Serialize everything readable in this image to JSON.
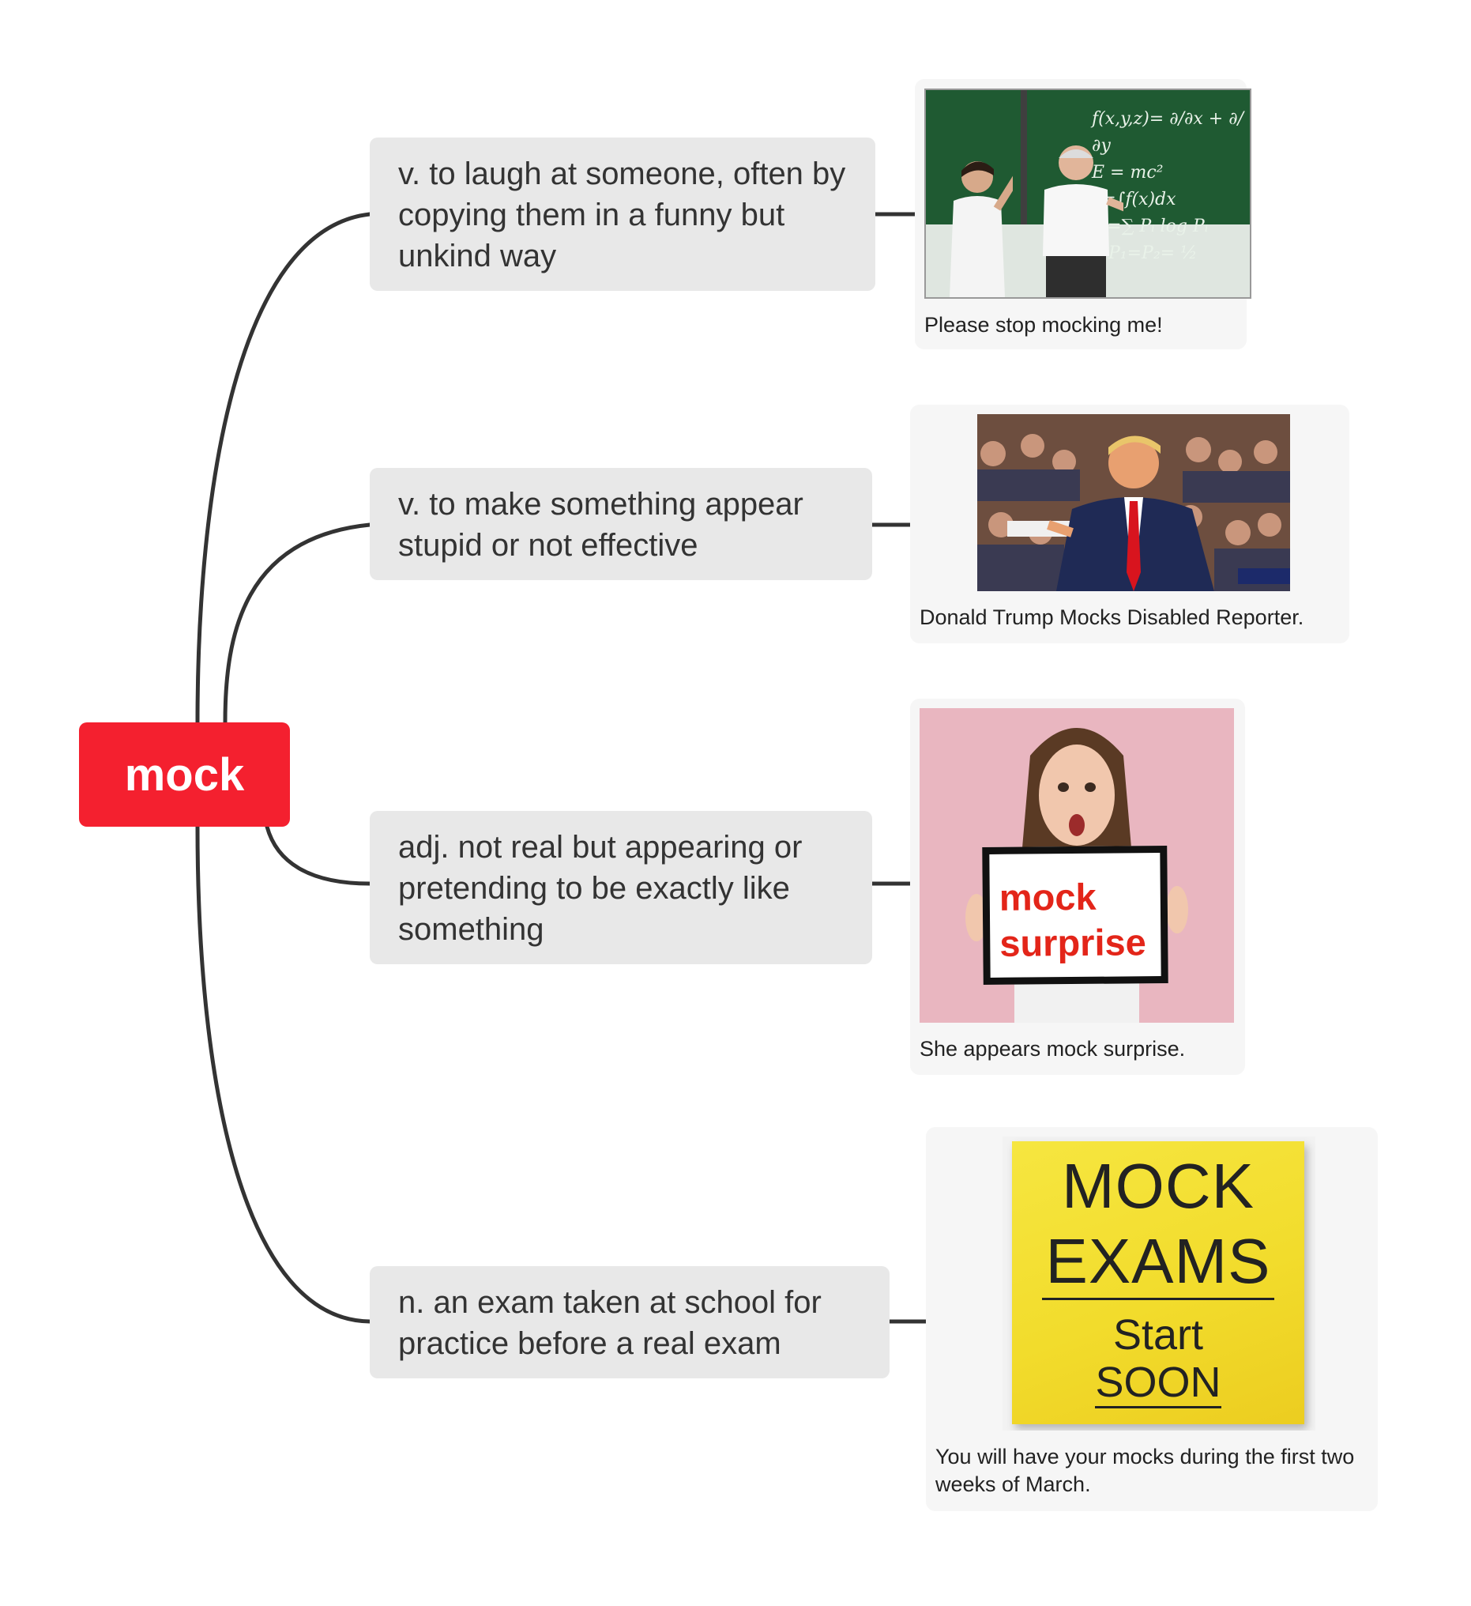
{
  "root": {
    "label": "mock"
  },
  "definitions": [
    {
      "text": "v. to laugh at someone, often by copying them in a funny but unkind way",
      "caption": "Please stop mocking me!"
    },
    {
      "text": "v. to make something appear stupid or not effective",
      "caption": "Donald Trump Mocks Disabled Reporter."
    },
    {
      "text": "adj. not real but appearing or pretending to be exactly like something",
      "caption": "She appears mock surprise.",
      "image_text": [
        "mock",
        "surprise"
      ]
    },
    {
      "text": "n. an exam taken at school for practice before a real exam",
      "caption": "You will have your mocks during the first two weeks of March.",
      "image_text": [
        "MOCK",
        "EXAMS",
        "Start",
        "SOON"
      ]
    }
  ],
  "colors": {
    "root": "#f4202f",
    "node": "#e8e8e8",
    "card": "#f6f6f6",
    "line": "#333333"
  }
}
